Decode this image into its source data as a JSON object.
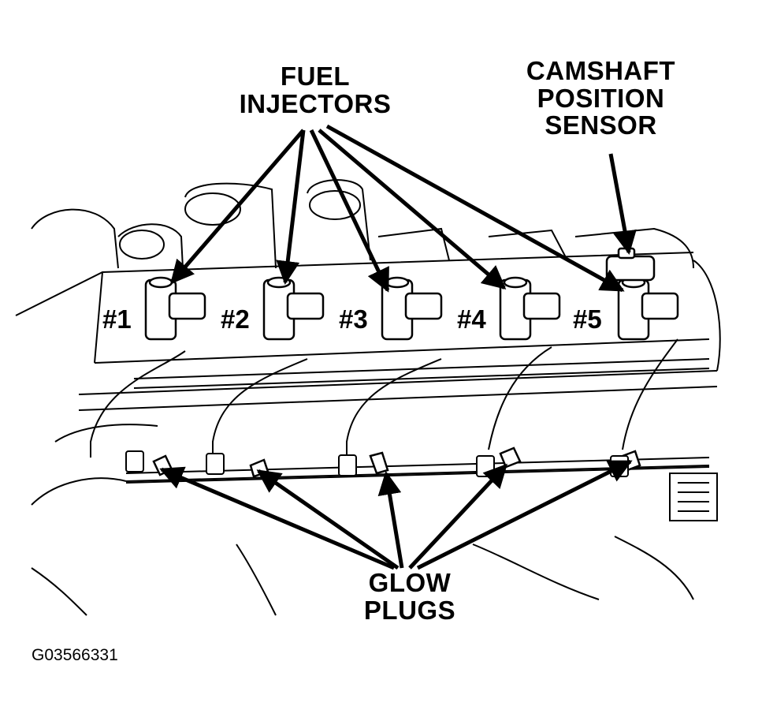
{
  "callouts": {
    "fuel_injectors": [
      "FUEL",
      "INJECTORS"
    ],
    "camshaft_sensor": [
      "CAMSHAFT",
      "POSITION",
      "SENSOR"
    ],
    "glow_plugs": [
      "GLOW",
      "PLUGS"
    ]
  },
  "cylinders": [
    "#1",
    "#2",
    "#3",
    "#4",
    "#5"
  ],
  "figure_code": "G03566331",
  "colors": {
    "ink": "#000000",
    "paper": "#ffffff"
  }
}
